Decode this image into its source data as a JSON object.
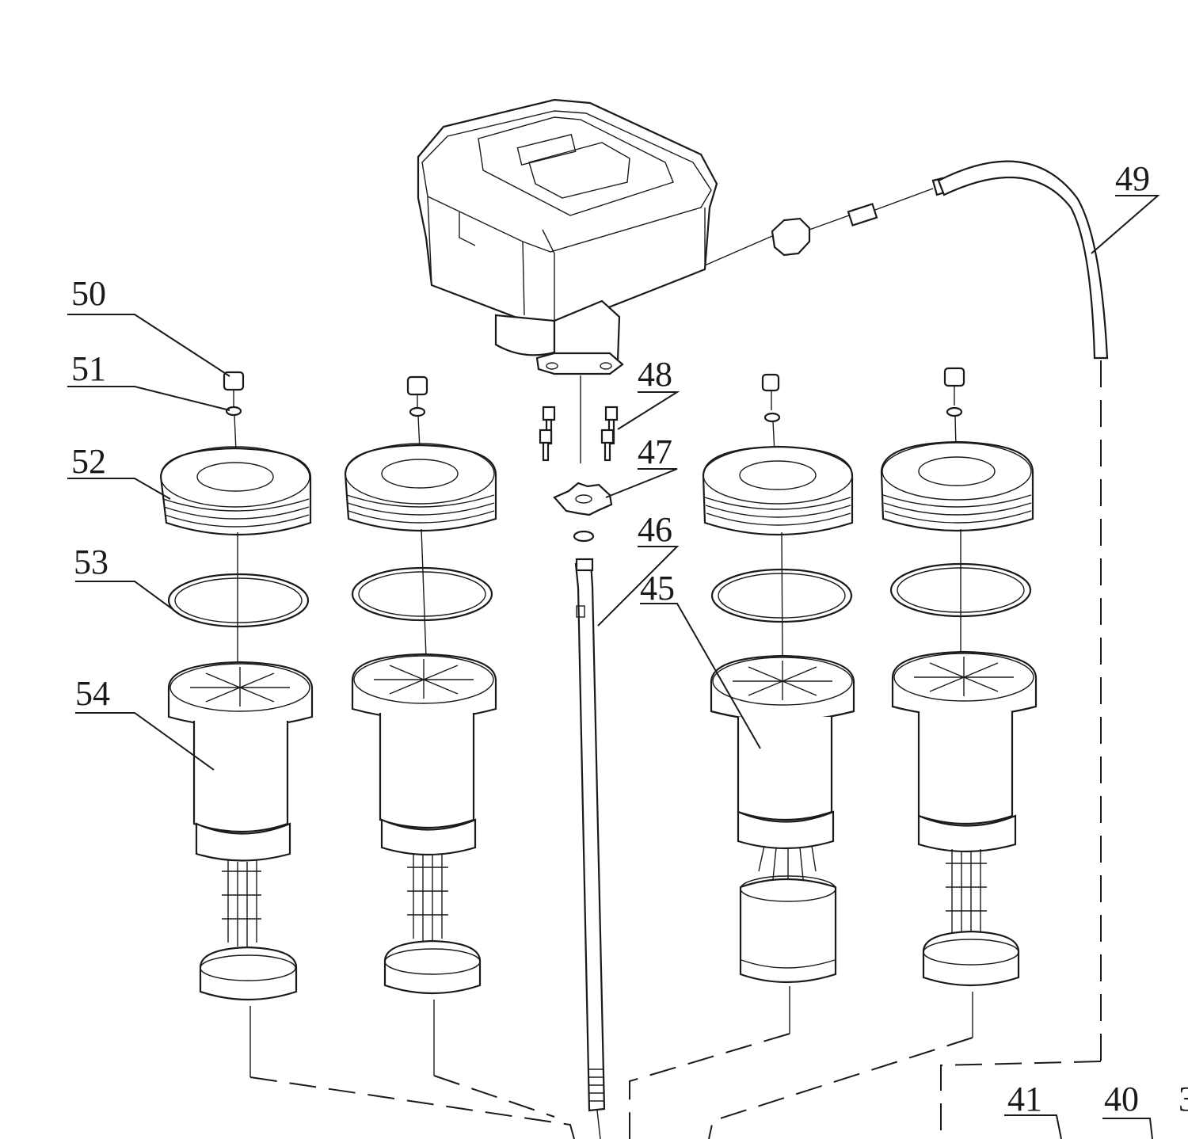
{
  "callouts": {
    "c50": "50",
    "c51": "51",
    "c52": "52",
    "c53": "53",
    "c54": "54",
    "c48": "48",
    "c47": "47",
    "c46": "46",
    "c45": "45",
    "c49": "49",
    "c41": "41",
    "c40": "40",
    "c3x": "3"
  },
  "colors": {
    "line": "#1a1a1a",
    "background": "#ffffff"
  }
}
